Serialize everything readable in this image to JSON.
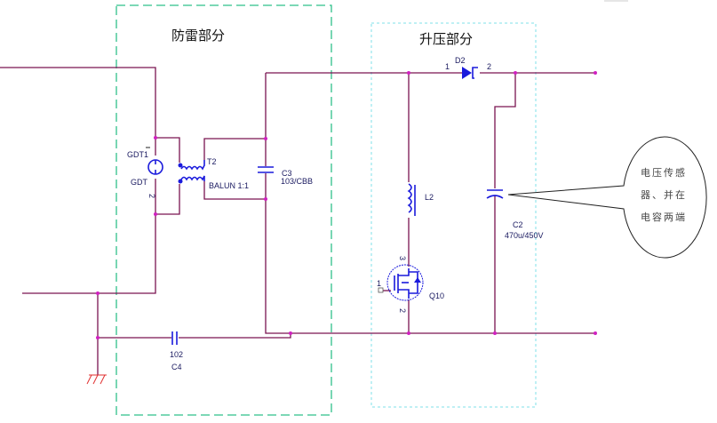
{
  "sections": {
    "surge": "防雷部分",
    "boost": "升压部分"
  },
  "components": {
    "gdt_ref": "GDT1",
    "gdt_val": "GDT",
    "gdt_pin1": "1",
    "gdt_pin2": "2",
    "t2_ref": "T2",
    "t2_val": "BALUN 1:1",
    "c3_ref": "C3",
    "c3_val": "103/CBB",
    "c4_val": "102",
    "c4_ref": "C4",
    "d2_ref": "D2",
    "d2_pin1": "1",
    "d2_pin2": "2",
    "l2_ref": "L2",
    "c2_ref": "C2",
    "c2_val": "470u/450V",
    "q10_ref": "Q10",
    "q10_pin1": "1",
    "q10_pin2": "2",
    "q10_pin3": "3"
  },
  "callout": {
    "lines": [
      "电压传感",
      "器、并在",
      "电容两端"
    ]
  },
  "colors": {
    "wire": "#7a1450",
    "component": "#1a1adc",
    "junction": "#d020c0",
    "surge_box": "#2fc08a",
    "boost_box": "#7fe0e8",
    "ground": "#e03030"
  }
}
